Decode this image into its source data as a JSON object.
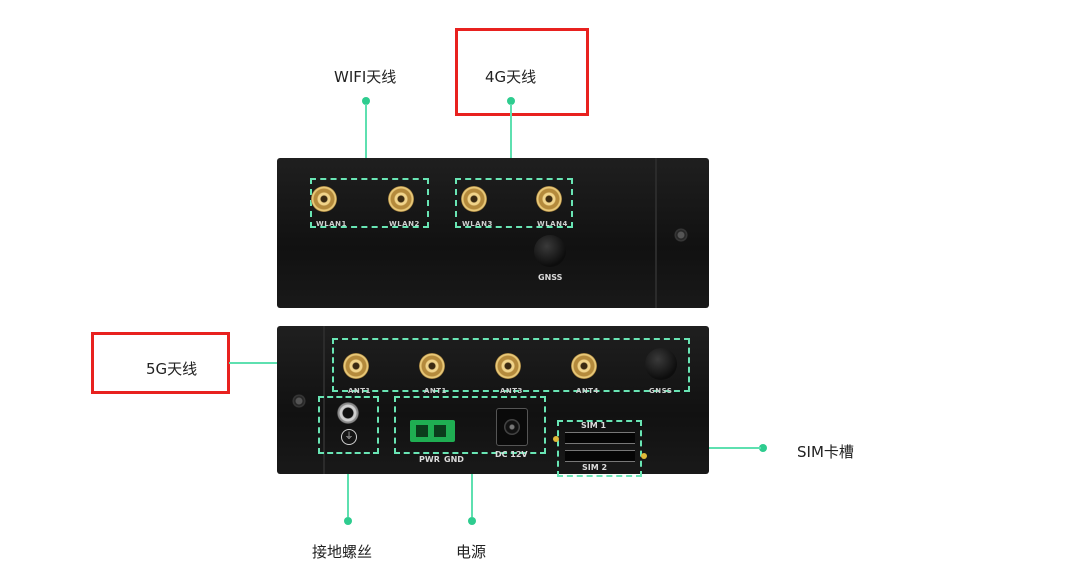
{
  "callouts": {
    "wifi": "WIFI天线",
    "lte": "4G天线",
    "nr5g": "5G天线",
    "sim": "SIM卡槽",
    "ground": "接地螺丝",
    "power": "电源"
  },
  "top_panel": {
    "ports": [
      "WLAN1",
      "WLAN2",
      "WLAN3",
      "WLAN4"
    ],
    "gnss": "GNSS"
  },
  "bottom_panel": {
    "ports": [
      "ANT1",
      "ANT1",
      "ANT3",
      "ANT4"
    ],
    "gnss": "GNSS",
    "pwr": "PWR",
    "gnd": "GND",
    "dc": "DC 12V",
    "sim1": "SIM 1",
    "sim2": "SIM 2"
  },
  "colors": {
    "highlight_red": "#e8211f",
    "callout_green": "#2ecc8f",
    "dashed_box": "#69e5b4",
    "connector_green": "#1fae52",
    "antenna_gold": "#d8b463"
  }
}
